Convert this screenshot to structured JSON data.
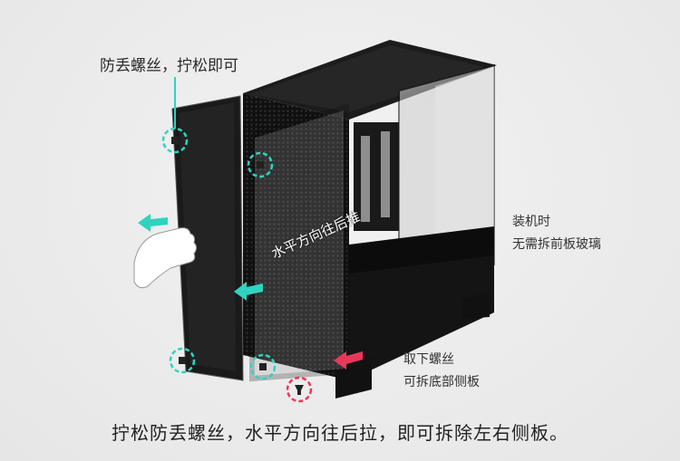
{
  "annotations": {
    "screw_note": "防丢螺丝，拧松即可",
    "front_glass_line1": "装机时",
    "front_glass_line2": "无需拆前板玻璃",
    "push_direction": "水平方向往后推",
    "bottom_line1": "取下螺丝",
    "bottom_line2": "可拆底部侧板"
  },
  "caption": "拧松防丢螺丝，水平方向往后拉，即可拆除左右侧板。",
  "colors": {
    "accent_teal": "#2fd3c0",
    "accent_pink": "#e8385a",
    "case": "#151515"
  }
}
